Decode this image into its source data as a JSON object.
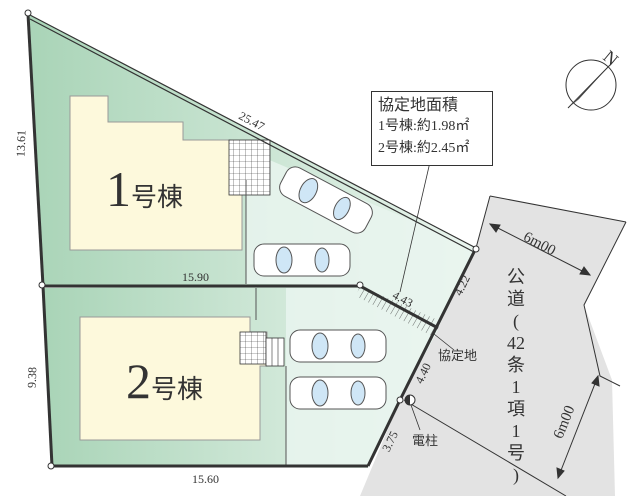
{
  "legend": {
    "title": "協定地面積",
    "rows": [
      "1号棟:約1.98㎡",
      "2号棟:約2.45㎡"
    ]
  },
  "buildings": [
    {
      "num": "1",
      "suffix": "号棟"
    },
    {
      "num": "2",
      "suffix": "号棟"
    }
  ],
  "dimensions": {
    "lot1_left": "13.61",
    "lot1_top": "25.47",
    "lot1_bottom": "15.90",
    "lot2_left": "9.38",
    "lot2_bottom": "15.60",
    "agreement_diag": "4.43",
    "front_upper": "4.22",
    "front_mid": "4.40",
    "front_lower": "3.75"
  },
  "road": {
    "label": "公道(42条1項1号)",
    "chars": [
      "公",
      "道",
      "(",
      "42",
      "条",
      "1",
      "項",
      "1",
      "号",
      ")"
    ],
    "width_top": "6m00",
    "width_bottom": "6m00"
  },
  "annotations": {
    "agreement_land": "協定地",
    "utility_pole": "電柱"
  },
  "compass": {
    "north_label": "N"
  },
  "colors": {
    "lot_green": "#b9dcc4",
    "lot_green_light": "#e6f3ec",
    "building": "#fdf9dc",
    "road": "#e3e3e3",
    "boundary": "#333333"
  }
}
